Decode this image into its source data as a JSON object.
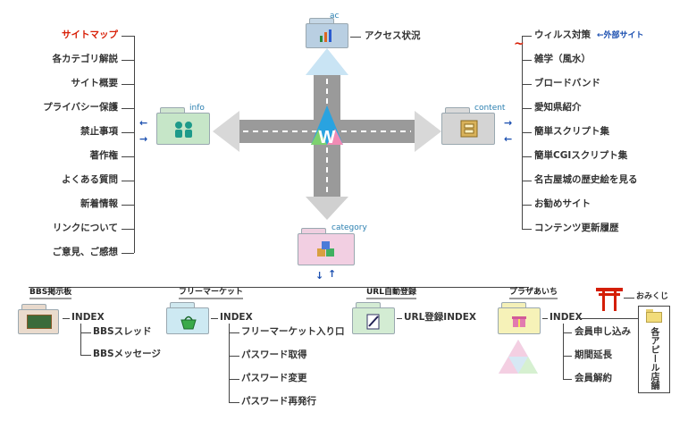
{
  "center": {
    "ac_label": "ac",
    "info_label": "info",
    "content_label": "content",
    "category_label": "category",
    "access_status": "アクセス状況"
  },
  "left_menu": {
    "items": [
      "サイトマップ",
      "各カテゴリ解説",
      "サイト概要",
      "プライバシー保護",
      "禁止事項",
      "著作権",
      "よくある質問",
      "新着情報",
      "リンクについて",
      "ご意見、ご感想"
    ]
  },
  "right_menu": {
    "external_note": "←外部サイト",
    "items": [
      "ウィルス対策",
      "雑学（風水）",
      "ブロードバンド",
      "愛知県紹介",
      "簡単スクリプト集",
      "簡単CGIスクリプト集",
      "名古屋城の歴史絵を見る",
      "お勧めサイト",
      "コンテンツ更新履歴"
    ]
  },
  "bottom": {
    "bbs": {
      "title": "BBS掲示板",
      "index": "INDEX",
      "items": [
        "BBSスレッド",
        "BBSメッセージ"
      ]
    },
    "flea": {
      "title": "フリーマーケット",
      "index": "INDEX",
      "items": [
        "フリーマーケット入り口",
        "パスワード取得",
        "パスワード変更",
        "パスワード再発行"
      ]
    },
    "url": {
      "title": "URL自動登録",
      "index": "URL登録INDEX"
    },
    "plaza": {
      "title": "プラザあいち",
      "index": "INDEX",
      "items": [
        "会員申し込み",
        "期間延長",
        "会員解約"
      ],
      "omikuji": "おみくじ",
      "shops": "各アピール店舗"
    }
  },
  "colors": {
    "accent_red": "#d81e06",
    "link_blue": "#1b4fb0",
    "label_teal": "#2a7fb0"
  }
}
